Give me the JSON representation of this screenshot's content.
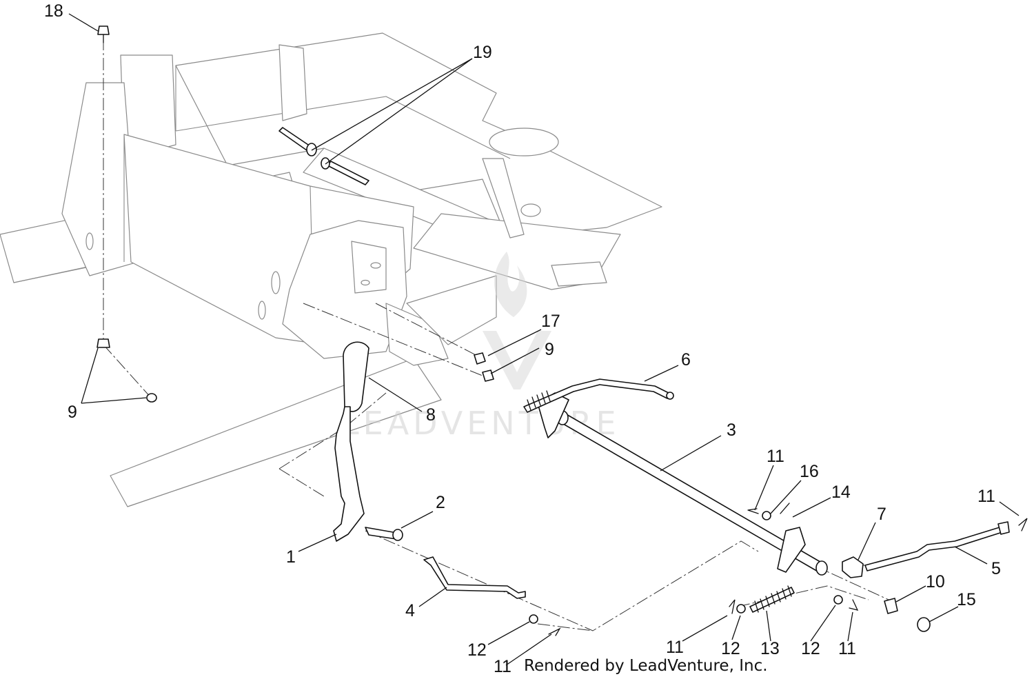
{
  "diagram": {
    "callouts": [
      "18",
      "19",
      "17",
      "9",
      "6",
      "9",
      "8",
      "3",
      "11",
      "16",
      "14",
      "11",
      "2",
      "7",
      "1",
      "5",
      "10",
      "4",
      "15",
      "12",
      "11",
      "11",
      "12",
      "13",
      "12",
      "11"
    ],
    "watermark": "LEADVENTURE",
    "credit": "Rendered by LeadVenture, Inc."
  }
}
